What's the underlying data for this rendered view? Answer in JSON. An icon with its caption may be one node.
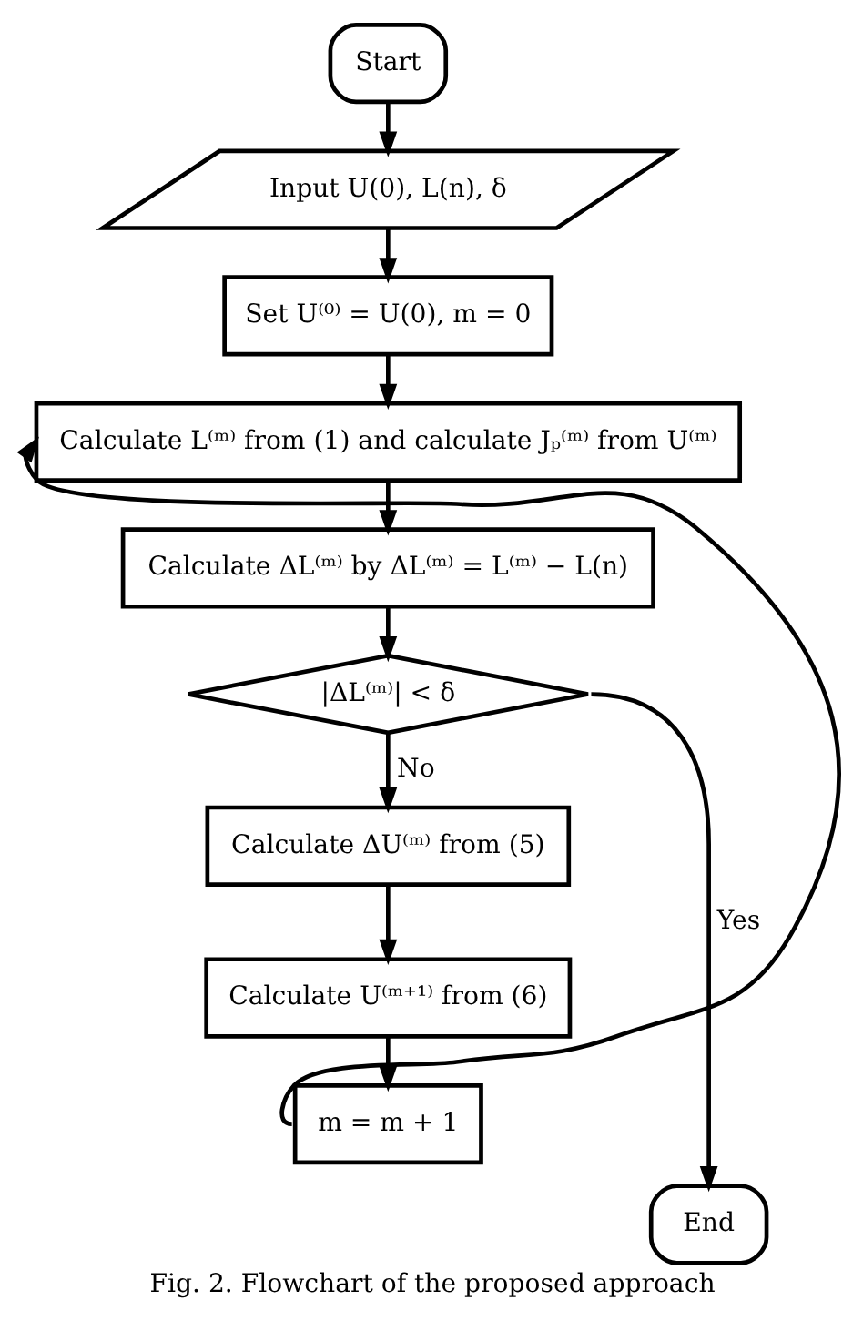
{
  "diagram": {
    "caption": "Fig. 2. Flowchart of the proposed approach",
    "nodes": [
      {
        "text": [
          "Start"
        ]
      },
      {
        "text": [
          "Input U(0), L(n), δ"
        ]
      },
      {
        "text": [
          "Set U⁽⁰⁾ = U(0), m = 0"
        ]
      },
      {
        "text": [
          "Calculate L⁽ᵐ⁾ from (1) and calculate Jₚ⁽ᵐ⁾ from U⁽ᵐ⁾"
        ]
      },
      {
        "text": [
          "Calculate ΔL⁽ᵐ⁾ by ΔL⁽ᵐ⁾ = L⁽ᵐ⁾ − L(n)"
        ]
      },
      {
        "text": [
          "|ΔL⁽ᵐ⁾| < δ"
        ]
      },
      {
        "text": [
          "Calculate ΔU⁽ᵐ⁾ from (5)"
        ]
      },
      {
        "text": [
          "Calculate U⁽ᵐ⁺¹⁾ from (6)"
        ]
      },
      {
        "text": [
          "m = m + 1"
        ]
      },
      {
        "text": [
          "End"
        ]
      }
    ],
    "edges": [
      {
        "from": 0,
        "to": 1,
        "arrow": "to"
      },
      {
        "from": 1,
        "to": 2,
        "arrow": "to"
      },
      {
        "from": 2,
        "to": 3,
        "arrow": "to"
      },
      {
        "from": 3,
        "to": 4,
        "arrow": "to"
      },
      {
        "from": 4,
        "to": 5,
        "arrow": "to"
      },
      {
        "from": 5,
        "to": 6,
        "arrow": "to",
        "label": "No"
      },
      {
        "from": 6,
        "to": 7,
        "arrow": "to"
      },
      {
        "from": 7,
        "to": 8,
        "arrow": "to"
      },
      {
        "from": 8,
        "to": 3,
        "arrow": "to"
      },
      {
        "from": 5,
        "to": 9,
        "arrow": "to",
        "label": "Yes"
      }
    ]
  }
}
